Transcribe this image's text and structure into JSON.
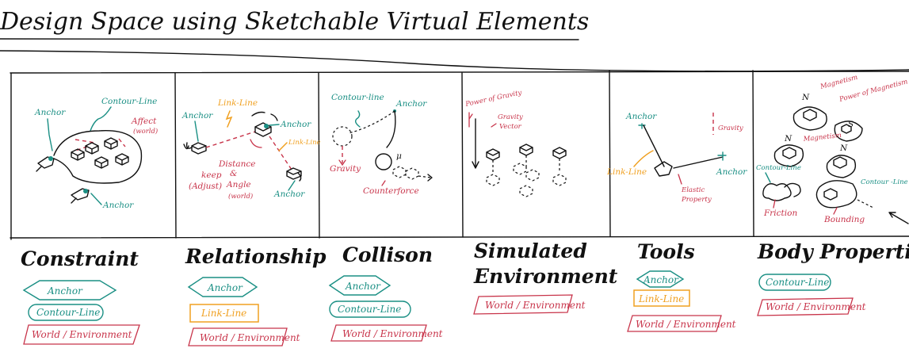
{
  "title": "Design Space using Sketchable Virtual Elements",
  "colors": {
    "teal": "#1a8f84",
    "red": "#c8344a",
    "orange": "#f0a020",
    "ink": "#111111"
  },
  "panels": [
    {
      "category": "Constraint",
      "labels": {
        "anchor_top": "Anchor",
        "contour": "Contour-Line",
        "affect": "Affect",
        "affect_sub": "(world)",
        "anchor_bottom": "Anchor"
      },
      "tags": [
        "Anchor",
        "Contour-Line",
        "World / Environment"
      ]
    },
    {
      "category": "Relationship",
      "labels": {
        "anchor_left": "Anchor",
        "link_line_top": "Link-Line",
        "anchor_right": "Anchor",
        "link_line_right": "Link-Line",
        "keep": "keep",
        "adjust": "(Adjust)",
        "distance": "Distance",
        "and": "&",
        "angle": "Angle",
        "world": "(world)",
        "anchor_bottom": "Anchor"
      },
      "tags": [
        "Anchor",
        "Link-Line",
        "World / Environment"
      ]
    },
    {
      "category": "Collison",
      "labels": {
        "contour": "Contour-line",
        "anchor": "Anchor",
        "gravity": "Gravity",
        "mu": "μ",
        "counterforce": "Counterforce"
      },
      "tags": [
        "Anchor",
        "Contour-Line",
        "World / Environment"
      ]
    },
    {
      "category_line1": "Simulated",
      "category_line2": "Environment",
      "labels": {
        "power": "Power of Gravity",
        "gravity": "Gravity",
        "vector": "Vector"
      },
      "tags": [
        "World / Environment"
      ]
    },
    {
      "category": "Tools",
      "labels": {
        "anchor_top": "Anchor",
        "gravity": "Gravity",
        "link_line": "Link-Line",
        "anchor_right": "Anchor",
        "elastic": "Elastic",
        "property": "Property"
      },
      "tags": [
        "Anchor",
        "Link-Line",
        "World / Environment"
      ]
    },
    {
      "category": "Body Properties",
      "labels": {
        "magnetism_top": "Magnetism",
        "power_magnetism": "Power of Magnetism",
        "n1": "N",
        "s1": "S",
        "n2": "N",
        "magnetism_mid": "Magnetism",
        "n3": "N",
        "contour_left": "Contour-Line",
        "contour_right": "Contour -Line",
        "friction": "Friction",
        "bounding": "Bounding"
      },
      "tags": [
        "Contour-Line",
        "World / Environment"
      ]
    }
  ]
}
